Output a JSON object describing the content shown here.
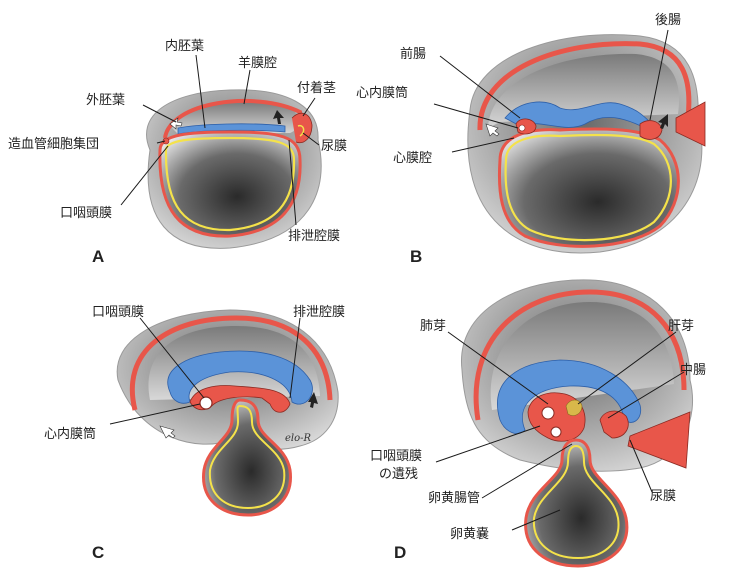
{
  "colors": {
    "ectoderm": "#e8564a",
    "endoderm": "#f4e24a",
    "amnion_cavity": "#5b93d8",
    "cavity_dark": "#3a3a3a",
    "cavity_light": "#dcdcdc",
    "outline": "#8a2a22"
  },
  "panels": {
    "A": {
      "letter": "A",
      "labels": {
        "endoderm": "内胚葉",
        "amniotic_cavity": "羊膜腔",
        "ectoderm": "外胚葉",
        "connecting_stalk": "付着茎",
        "angiogenic_cluster": "造血管細胞集団",
        "allantois": "尿膜",
        "buccopharyngeal_membrane": "口咽頭膜",
        "cloacal_membrane": "排泄腔膜"
      }
    },
    "B": {
      "letter": "B",
      "labels": {
        "foregut": "前腸",
        "hindgut": "後腸",
        "heart_tube": "心内膜筒",
        "pericardial_cavity": "心膜腔"
      }
    },
    "C": {
      "letter": "C",
      "labels": {
        "buccopharyngeal_membrane": "口咽頭膜",
        "cloacal_membrane": "排泄腔膜",
        "heart_tube": "心内膜筒"
      },
      "signature": "elo-R"
    },
    "D": {
      "letter": "D",
      "labels": {
        "lung_bud": "肺芽",
        "liver_bud": "肝芽",
        "midgut": "中腸",
        "buccopharyngeal_remnant_line1": "口咽頭膜",
        "buccopharyngeal_remnant_line2": "の遺残",
        "vitelline_duct": "卵黄腸管",
        "allantois": "尿膜",
        "yolk_sac": "卵黄嚢"
      }
    }
  }
}
